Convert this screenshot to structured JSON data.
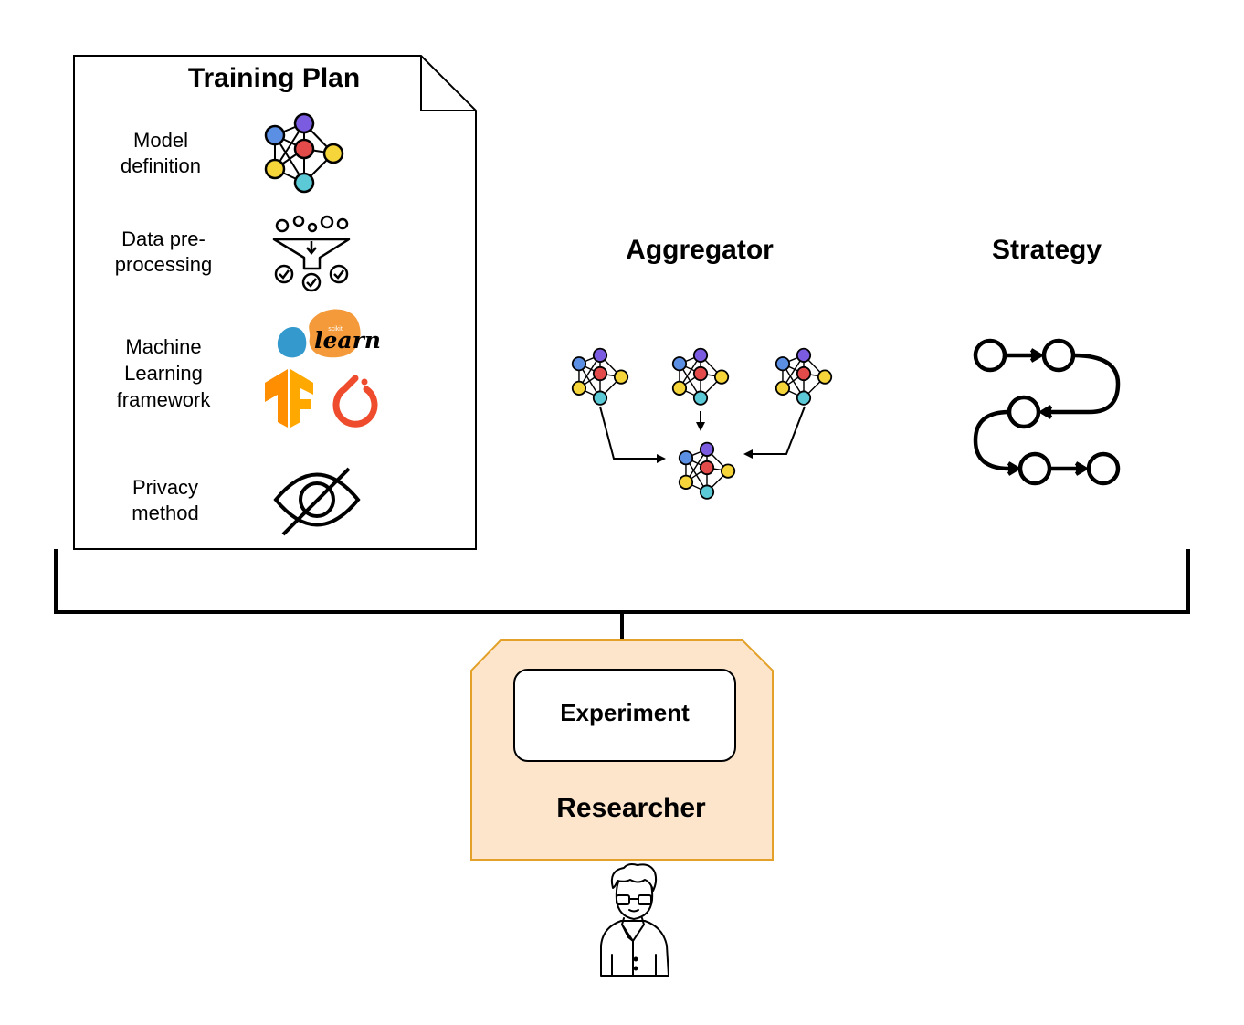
{
  "training_plan": {
    "title": "Training Plan",
    "items": [
      {
        "label_lines": [
          "Model",
          "definition"
        ],
        "icon": "neural-network-icon"
      },
      {
        "label_lines": [
          "Data pre-",
          "processing"
        ],
        "icon": "data-funnel-icon"
      },
      {
        "label_lines": [
          "Machine",
          "Learning",
          "framework"
        ],
        "icon": "ml-framework-logos"
      },
      {
        "label_lines": [
          "Privacy",
          "method"
        ],
        "icon": "eye-slash-icon"
      }
    ],
    "framework_logos": {
      "sklearn_text": "learn",
      "sklearn_small": "scikit",
      "logos": [
        "scikit-learn-logo",
        "tensorflow-logo",
        "pytorch-logo"
      ]
    }
  },
  "aggregator": {
    "title": "Aggregator",
    "icon": "aggregation-network-icon"
  },
  "strategy": {
    "title": "Strategy",
    "icon": "strategy-path-icon"
  },
  "experiment": {
    "title": "Experiment"
  },
  "researcher": {
    "title": "Researcher",
    "icon": "researcher-person-icon"
  },
  "colors": {
    "node_blue": "#5b8fe3",
    "node_purple": "#7b5ce0",
    "node_red": "#e34b4b",
    "node_yellow": "#f5d53a",
    "node_cyan": "#5cc9d6",
    "researcher_fill": "#fde5cc",
    "researcher_border": "#e3a12a",
    "sklearn_orange": "#f49a3a",
    "sklearn_blue": "#3499cd",
    "tensorflow_orange": "#ff8f00",
    "pytorch_red": "#ee4c2c"
  }
}
